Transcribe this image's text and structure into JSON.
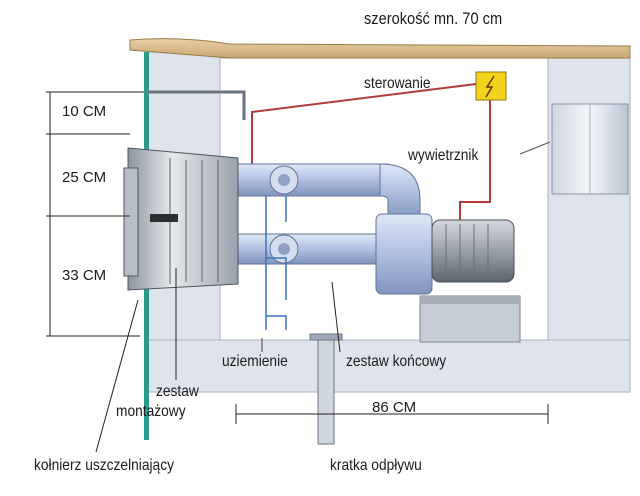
{
  "labels": {
    "width_min": "szerokość mn. 70 cm",
    "control": "sterowanie",
    "vent": "wywietrznik",
    "grounding": "uziemienie",
    "end_set": "zestaw końcowy",
    "mount_set_1": "zestaw",
    "mount_set_2": "montażowy",
    "sealing_flange": "kołnierz uszczelniający",
    "drain_grate": "kratka odpływu"
  },
  "dimensions": {
    "top_gap": "10 CM",
    "mid_gap": "25 CM",
    "bottom_gap": "33 CM",
    "length": "86 CM"
  },
  "colors": {
    "pool_wall": "#2a9a8a",
    "concrete": "#dfe4ec",
    "concrete_edge": "#a8b2c2",
    "deck": "#d6b98a",
    "pipe": "#b3c4e2",
    "pipe_dark": "#7f94bd",
    "cable": "#b23a3a",
    "control_box": "#f5d31c",
    "motor": "#9aa0a8",
    "water_line": "#3a72b8"
  }
}
